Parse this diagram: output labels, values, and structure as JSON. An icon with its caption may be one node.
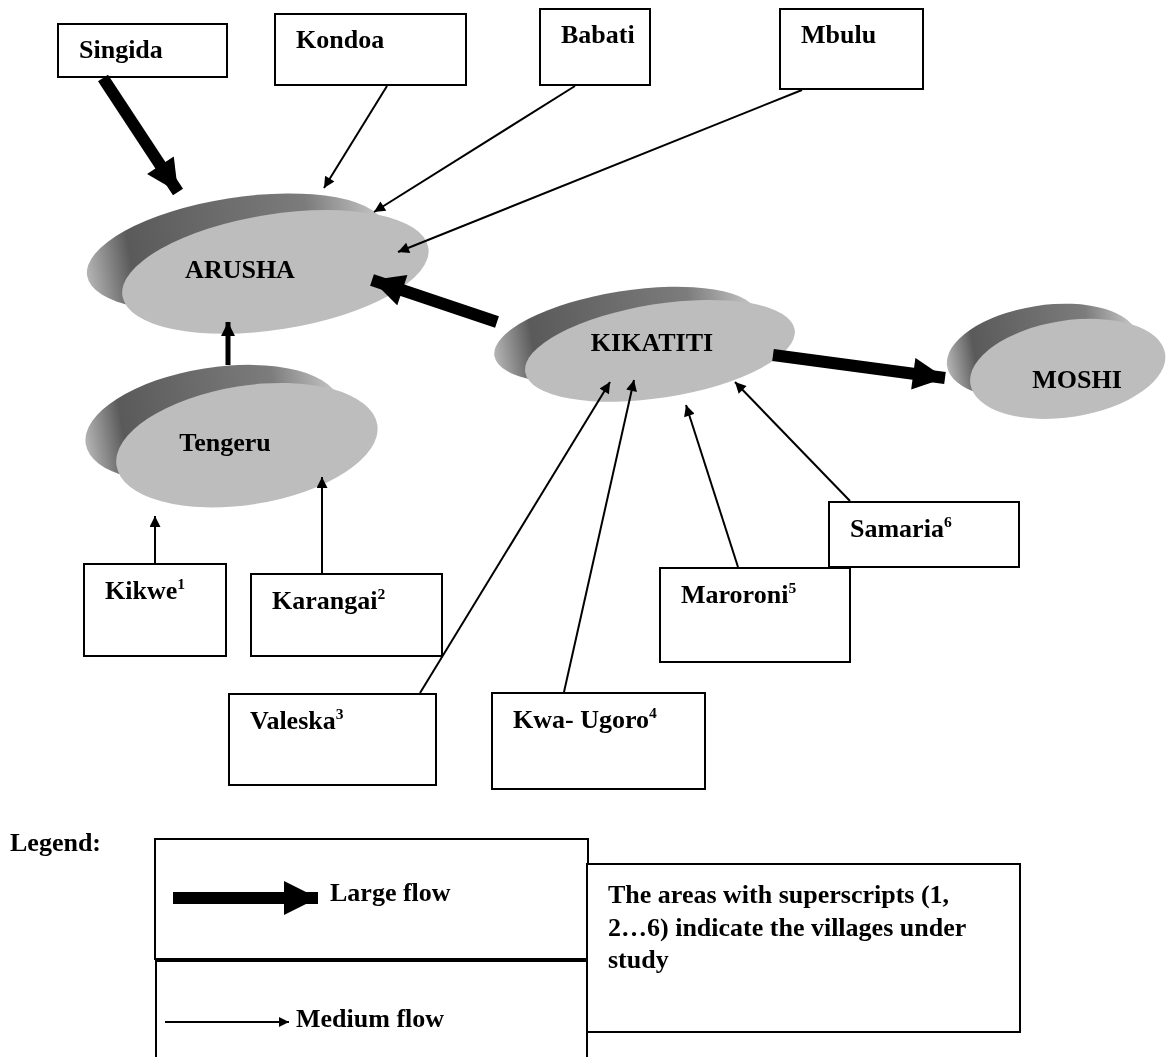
{
  "diagram": {
    "nodes": [
      {
        "text": [
          "Singida"
        ]
      },
      {
        "text": [
          "Kondoa"
        ]
      },
      {
        "text": [
          "Babati"
        ]
      },
      {
        "text": [
          "Mbulu"
        ]
      },
      {
        "text": [
          "ARUSHA"
        ]
      },
      {
        "text": [
          "KIKATITI"
        ]
      },
      {
        "text": [
          "MOSHI"
        ]
      },
      {
        "text": [
          "Tengeru"
        ]
      },
      {
        "text": [
          "Kikwe$^{1}$"
        ]
      },
      {
        "text": [
          "Karangai$^{2}$"
        ]
      },
      {
        "text": [
          "Valeska$^{3}$"
        ]
      },
      {
        "text": [
          "Kwa- Ugoro$^{4}$"
        ]
      },
      {
        "text": [
          "Maroroni$^{5}$"
        ]
      },
      {
        "text": [
          "Samaria$^{6}$"
        ]
      },
      {
        "text": [
          "The areas with superscripts (1, 2…6) indicate the villages under study"
        ]
      }
    ],
    "edges": [
      {
        "from": 0,
        "to": 4,
        "arrow": "to",
        "style": "thick"
      },
      {
        "from": 1,
        "to": 4,
        "arrow": "to"
      },
      {
        "from": 2,
        "to": 4,
        "arrow": "to"
      },
      {
        "from": 3,
        "to": 4,
        "arrow": "to"
      },
      {
        "from": 5,
        "to": 4,
        "arrow": "to",
        "style": "thick"
      },
      {
        "from": 7,
        "to": 4,
        "arrow": "to",
        "style": "thick"
      },
      {
        "from": 5,
        "to": 6,
        "arrow": "to",
        "style": "thick"
      },
      {
        "from": 8,
        "to": 7,
        "arrow": "to"
      },
      {
        "from": 9,
        "to": 7,
        "arrow": "to"
      },
      {
        "from": 10,
        "to": 5,
        "arrow": "to"
      },
      {
        "from": 11,
        "to": 5,
        "arrow": "to"
      },
      {
        "from": 12,
        "to": 5,
        "arrow": "to"
      },
      {
        "from": 13,
        "to": 5,
        "arrow": "to"
      }
    ],
    "labels": [
      "Legend:"
    ],
    "legend": [
      {
        "text": "Large flow"
      },
      {
        "text": "Medium flow"
      }
    ]
  }
}
